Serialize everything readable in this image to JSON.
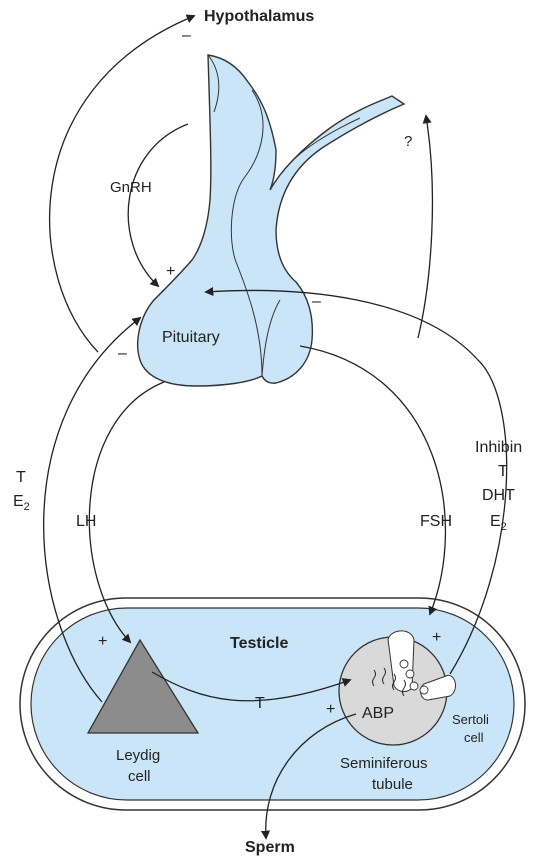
{
  "labels": {
    "hypothalamus": "Hypothalamus",
    "gnrh": "GnRH",
    "pituitary": "Pituitary",
    "question": "?",
    "lh": "LH",
    "fsh": "FSH",
    "t_left": "T",
    "e_left": "E",
    "e_left_sub": "2",
    "inhibin": "Inhibin",
    "t_right": "T",
    "dht": "DHT",
    "e_right": "E",
    "e_right_sub": "2",
    "testicle": "Testicle",
    "leydig_1": "Leydig",
    "leydig_2": "cell",
    "t_mid": "T",
    "abp": "ABP",
    "sertoli_1": "Sertoli",
    "sertoli_2": "cell",
    "semin_1": "Seminiferous",
    "semin_2": "tubule",
    "sperm": "Sperm"
  },
  "signs": {
    "hypo_minus": "–",
    "gnrh_plus": "+",
    "pit_minus_left": "–",
    "pit_minus_right": "–",
    "leydig_plus": "+",
    "tubule_plus_top": "+",
    "tubule_plus_left": "+"
  },
  "colors": {
    "tissue_fill": "#cbe5f8",
    "outline": "#333333",
    "leydig_fill": "#8c8c8c",
    "tubule_fill": "#d9d9d9"
  }
}
